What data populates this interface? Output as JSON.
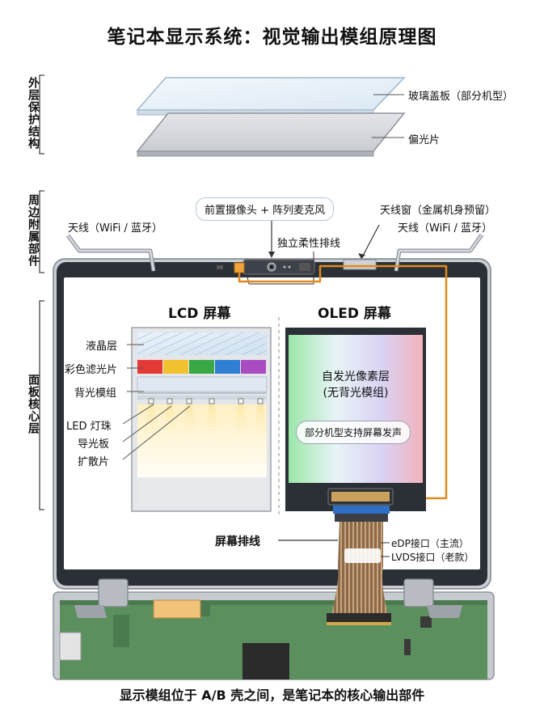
{
  "title": "笔记本显示系统：视觉输出模组原理图",
  "footer": "显示模组位于 A/B 壳之间，是笔记本的核心输出部件",
  "sections": {
    "outer": "外层保护结构",
    "peripheral": "周边附属部件",
    "panel": "面板核心层"
  },
  "outer_layers": {
    "glass": "玻璃盖板（部分机型）",
    "polarizer": "偏光片"
  },
  "peripherals": {
    "camera": "前置摄像头 + 阵列麦克风",
    "antenna_left": "天线（WiFi / 蓝牙）",
    "antenna_right": "天线（WiFi / 蓝牙）",
    "antenna_window": "天线窗（金属机身预留）",
    "flex_cable": "独立柔性排线"
  },
  "lcd": {
    "title": "LCD 屏幕",
    "liquid_crystal": "液晶层",
    "color_filter": "彩色滤光片",
    "backlight": "背光模组",
    "led": "LED 灯珠",
    "light_guide": "导光板",
    "diffuser": "扩散片",
    "filter_colors": [
      "#e53935",
      "#f2c12e",
      "#3aa845",
      "#2f7fd3",
      "#a94bc1"
    ]
  },
  "oled": {
    "title": "OLED 屏幕",
    "pixel_line1": "自发光像素层",
    "pixel_line2": "(无背光模组)",
    "speaker": "部分机型支持屏幕发声"
  },
  "cable": {
    "title": "屏幕排线",
    "edp": "eDP接口（主流）",
    "lvds": "LVDS接口（老款）"
  },
  "colors": {
    "accent": "#e08a1e",
    "bezel": "#2b2f36",
    "board": "#5b8f5e"
  }
}
